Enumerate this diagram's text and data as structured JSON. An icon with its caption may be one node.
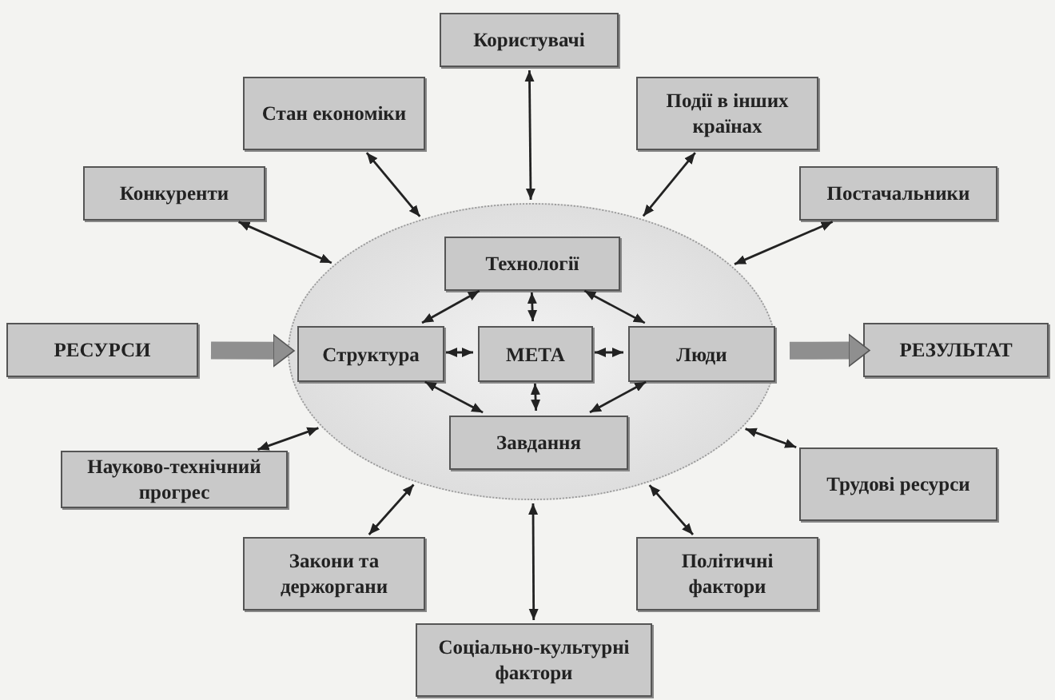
{
  "diagram": {
    "nodes": [
      {
        "text": [
          "Користувачі"
        ]
      },
      {
        "text": [
          "Стан економіки"
        ]
      },
      {
        "text": [
          "Події в інших країнах"
        ]
      },
      {
        "text": [
          "Конкуренти"
        ]
      },
      {
        "text": [
          "Постачальники"
        ]
      },
      {
        "text": [],
        "shape": "ellipse"
      },
      {
        "text": [
          "Технології"
        ],
        "in": 5
      },
      {
        "text": [
          "РЕСУРСИ"
        ]
      },
      {
        "text": [
          "Структура"
        ],
        "in": 5
      },
      {
        "text": [
          "МЕТА"
        ],
        "in": 5
      },
      {
        "text": [
          "Люди"
        ],
        "in": 5
      },
      {
        "text": [
          "РЕЗУЛЬТАТ"
        ]
      },
      {
        "text": [
          "Завдання"
        ],
        "in": 5
      },
      {
        "text": [
          "Науково-технічний прогрес"
        ]
      },
      {
        "text": [
          "Трудові ресурси"
        ]
      },
      {
        "text": [
          "Закони та держоргани"
        ]
      },
      {
        "text": [
          "Політичні фактори"
        ]
      },
      {
        "text": [
          "Соціально-культурні фактори"
        ]
      }
    ],
    "edges": [
      {
        "from": 0,
        "to": 5,
        "arrow": "both"
      },
      {
        "from": 1,
        "to": 5,
        "arrow": "both"
      },
      {
        "from": 2,
        "to": 5,
        "arrow": "both"
      },
      {
        "from": 3,
        "to": 5,
        "arrow": "both"
      },
      {
        "from": 4,
        "to": 5,
        "arrow": "both"
      },
      {
        "from": 6,
        "to": 8,
        "arrow": "both"
      },
      {
        "from": 6,
        "to": 9,
        "arrow": "both"
      },
      {
        "from": 6,
        "to": 10,
        "arrow": "both"
      },
      {
        "from": 8,
        "to": 9,
        "arrow": "both"
      },
      {
        "from": 9,
        "to": 10,
        "arrow": "both"
      },
      {
        "from": 9,
        "to": 12,
        "arrow": "both"
      },
      {
        "from": 8,
        "to": 12,
        "arrow": "both"
      },
      {
        "from": 10,
        "to": 12,
        "arrow": "both"
      },
      {
        "from": 7,
        "to": 5,
        "arrow": "to",
        "style": "thick",
        "color": "#8f8f8f"
      },
      {
        "from": 5,
        "to": 11,
        "arrow": "to",
        "style": "thick",
        "color": "#8f8f8f"
      },
      {
        "from": 13,
        "to": 5,
        "arrow": "both"
      },
      {
        "from": 14,
        "to": 5,
        "arrow": "both"
      },
      {
        "from": 15,
        "to": 5,
        "arrow": "both"
      },
      {
        "from": 16,
        "to": 5,
        "arrow": "both"
      },
      {
        "from": 17,
        "to": 5,
        "arrow": "both"
      }
    ]
  }
}
